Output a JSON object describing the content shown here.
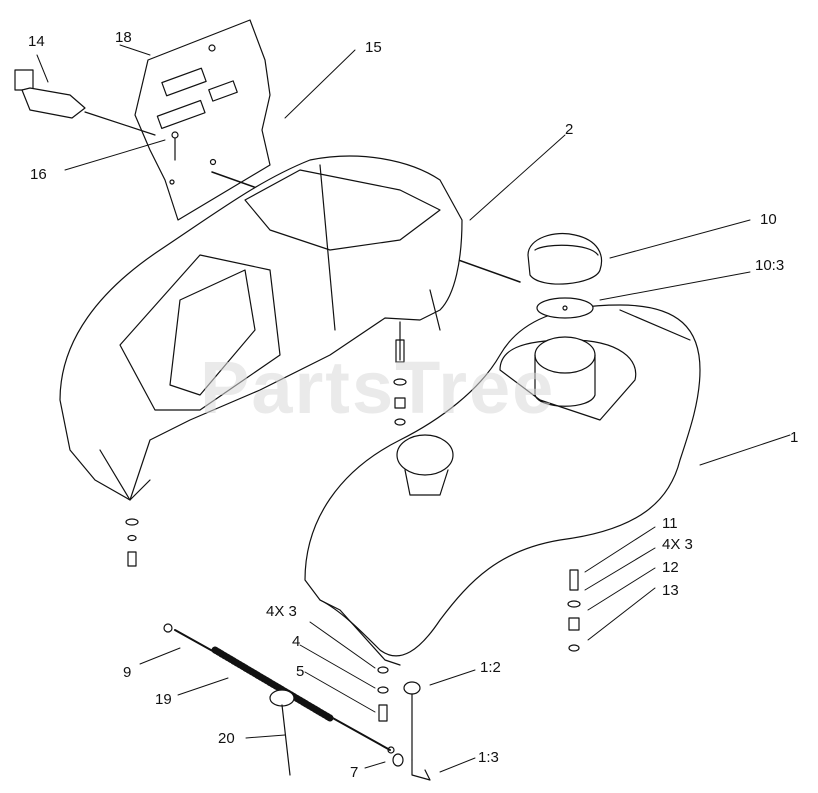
{
  "watermark": "PartsTree",
  "callouts": {
    "c1": "1",
    "c2": "2",
    "c4": "4",
    "c5": "5",
    "c7": "7",
    "c9": "9",
    "c10": "10",
    "c10_3": "10:3",
    "c11": "11",
    "c12": "12",
    "c13": "13",
    "c14": "14",
    "c15": "15",
    "c16": "16",
    "c18": "18",
    "c19": "19",
    "c20": "20",
    "c4x3_left": "4X 3",
    "c4x3_right": "4X 3",
    "c1_2": "1:2",
    "c1_3": "1:3"
  },
  "colors": {
    "line": "#111111",
    "fill": "#ffffff",
    "watermark": "#d9d9d9"
  }
}
